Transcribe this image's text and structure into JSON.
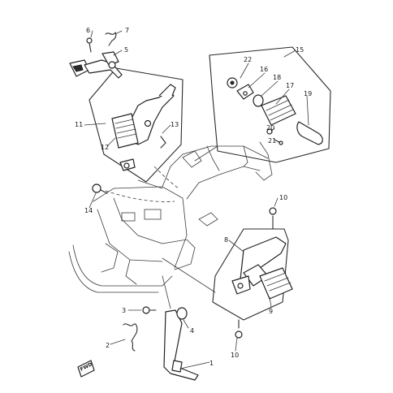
{
  "callouts": {
    "c1": "1",
    "c2": "2",
    "c3": "3",
    "c4": "4",
    "c5": "5",
    "c6": "6",
    "c7": "7",
    "c8": "8",
    "c9": "9",
    "c10a": "10",
    "c10b": "10",
    "c11": "11",
    "c12": "12",
    "c13": "13",
    "c14": "14",
    "c15": "15",
    "c16": "16",
    "c17": "17",
    "c18": "18",
    "c19": "19",
    "c20": "20",
    "c21": "21",
    "c22": "22"
  },
  "direction_marker": "FWD"
}
